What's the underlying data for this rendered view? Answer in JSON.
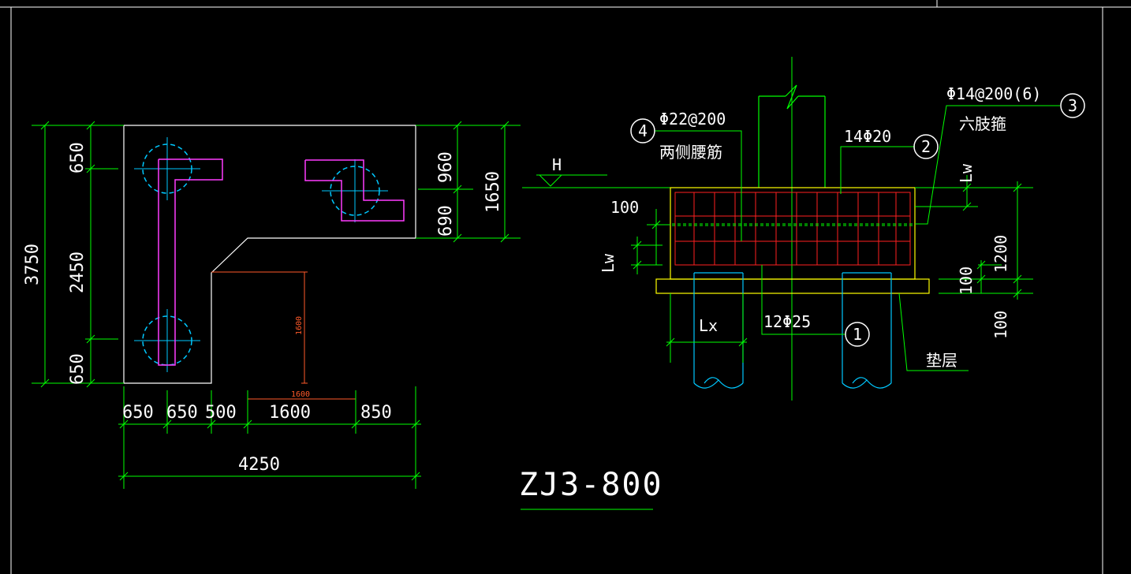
{
  "colors": {
    "background": "#000000",
    "frame": "#ffffff",
    "dimension": "#00ff00",
    "outline": "#ffffff",
    "pile_circle": "#00c8ff",
    "column": "#ff3cff",
    "rebar": "#ff2020",
    "cushion": "#ffff00",
    "orange_dim": "#ff5a2a"
  },
  "plan": {
    "left_dims": [
      "3750",
      "650",
      "2450",
      "650"
    ],
    "right_dims": [
      "960",
      "690",
      "1650"
    ],
    "bottom_dims": [
      "650",
      "650",
      "500",
      "1600",
      "850"
    ],
    "total_width": "4250",
    "inner_dim_v": "1600",
    "inner_dim_h": "1600"
  },
  "section": {
    "elevation_label": "H",
    "callouts": [
      {
        "num": "4",
        "spec": "Φ22@200",
        "desc": "两侧腰筋"
      },
      {
        "num": "2",
        "spec": "14Φ20"
      },
      {
        "num": "3",
        "spec": "Φ14@200(6)",
        "desc": "六肢箍"
      },
      {
        "num": "1",
        "spec": "12Φ25"
      }
    ],
    "dims": {
      "top_cover": "100",
      "lw_left": "Lw",
      "lw_right": "Lw",
      "depth": "1200",
      "bottom_cover": "100",
      "cushion": "100",
      "lx": "Lx"
    },
    "cushion_label": "垫层"
  },
  "title": "ZJ3-800"
}
